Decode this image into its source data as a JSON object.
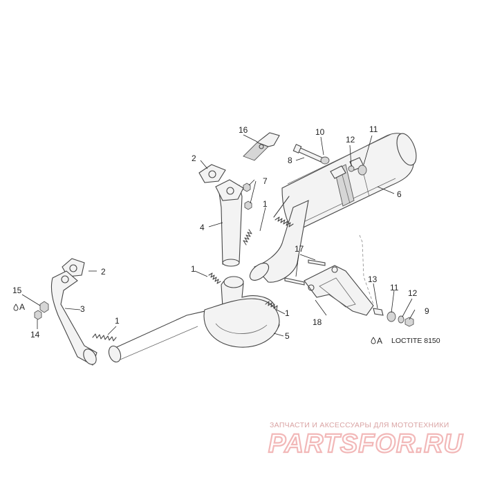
{
  "callouts": [
    {
      "id": "label-16",
      "text": "16"
    },
    {
      "id": "label-10",
      "text": "10"
    },
    {
      "id": "label-11a",
      "text": "11"
    },
    {
      "id": "label-8",
      "text": "8"
    },
    {
      "id": "label-12a",
      "text": "12"
    },
    {
      "id": "label-2a",
      "text": "2"
    },
    {
      "id": "label-7",
      "text": "7"
    },
    {
      "id": "label-6",
      "text": "6"
    },
    {
      "id": "label-1a",
      "text": "1"
    },
    {
      "id": "label-4",
      "text": "4"
    },
    {
      "id": "label-17",
      "text": "17"
    },
    {
      "id": "label-2b",
      "text": "2"
    },
    {
      "id": "label-1b",
      "text": "1"
    },
    {
      "id": "label-13",
      "text": "13"
    },
    {
      "id": "label-15",
      "text": "15"
    },
    {
      "id": "label-3",
      "text": "3"
    },
    {
      "id": "label-11b",
      "text": "11"
    },
    {
      "id": "label-12b",
      "text": "12"
    },
    {
      "id": "label-1c",
      "text": "1"
    },
    {
      "id": "label-9",
      "text": "9"
    },
    {
      "id": "label-18",
      "text": "18"
    },
    {
      "id": "label-1d",
      "text": "1"
    },
    {
      "id": "label-14",
      "text": "14"
    },
    {
      "id": "label-5",
      "text": "5"
    }
  ],
  "notes": {
    "marker_left": "A",
    "marker_right": "A",
    "loctite_label": "LOCTITE 8150"
  },
  "watermark": {
    "tagline": "ЗАПЧАСТИ И АКСЕССУАРЫ ДЛЯ МОТОТЕХНИКИ",
    "brand": "PARTSFOR.RU"
  }
}
